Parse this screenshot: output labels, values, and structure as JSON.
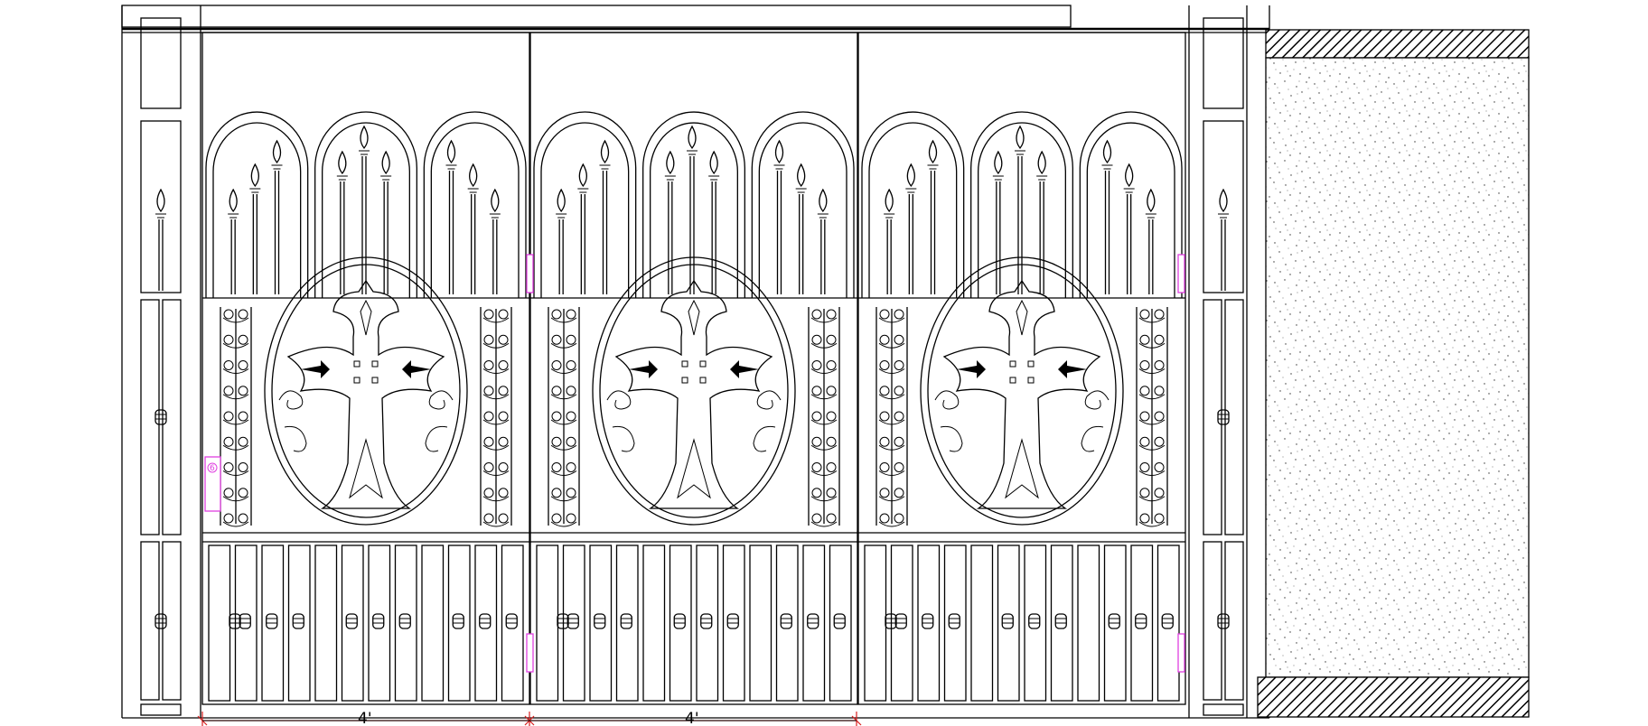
{
  "drawing": {
    "dimensions": [
      {
        "label": "4'"
      },
      {
        "label": "4'"
      }
    ],
    "marker_tag": "6",
    "colors": {
      "linework": "#000000",
      "dimension_lines": "#d81e1e",
      "hinges": "#e040e0",
      "background": "#ffffff"
    },
    "icons": [
      "cross-ornament-icon",
      "spear-finial-icon",
      "scroll-ornament-icon",
      "collar-knot-icon",
      "hinge-icon",
      "hatch-pattern-icon"
    ]
  }
}
